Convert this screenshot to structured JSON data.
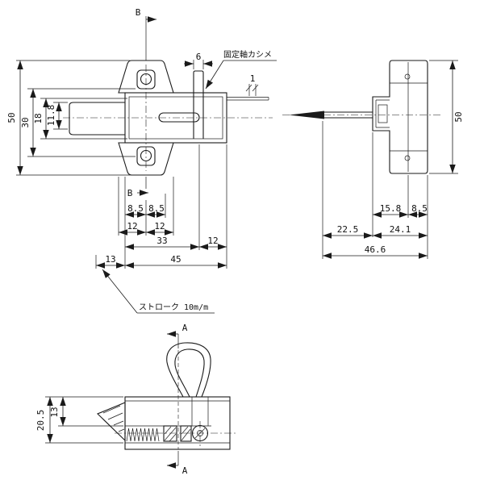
{
  "colors": {
    "ink": "#1a1a1a",
    "paper": "#ffffff"
  },
  "front": {
    "section_top": "B",
    "section_bottom": "B",
    "dim_50": "50",
    "dim_30": "30",
    "dim_18": "18",
    "dim_11_8": "11.8",
    "dim_6": "6",
    "dim_1": "1",
    "row1_a": "8.5",
    "row1_b": "8.5",
    "row2_a": "12",
    "row2_b": "12",
    "row3_a": "33",
    "row3_b": "12",
    "row4_a": "13",
    "row4_b": "45",
    "note_fixed_shaft": "固定軸カシメ",
    "note_stroke": "ストローク 10m/m"
  },
  "side": {
    "dim_50": "50",
    "row1_a": "15.8",
    "row1_b": "8.5",
    "row2_a": "22.5",
    "row2_b": "24.1",
    "row3": "46.6"
  },
  "bottom": {
    "section_top": "A",
    "section_bottom": "A",
    "dim_20_5": "20.5",
    "dim_13": "13"
  }
}
